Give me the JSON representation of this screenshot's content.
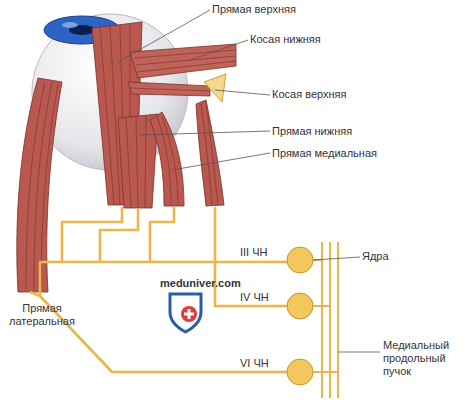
{
  "diagram": {
    "labels": [
      "Прямая верхняя",
      "Косая нижняя",
      "Косая верхняя",
      "Прямая нижняя",
      "Прямая медиальная",
      "III ЧН",
      "Ядра",
      "meduniver.com",
      "IV ЧН",
      "Прямая латеральная",
      "Медиальный продольный пучок",
      "VI ЧН"
    ]
  }
}
